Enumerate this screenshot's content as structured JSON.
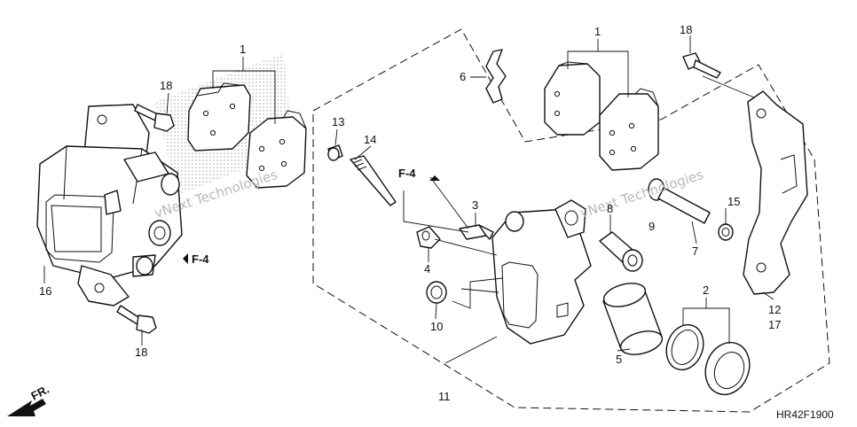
{
  "diagram": {
    "drawing_code": "HR42F1900",
    "watermark": "vNext Technologies",
    "direction_mark": "FR.",
    "reference_mark": "F-4",
    "callouts": {
      "pads_left": "1",
      "pads_right": "1",
      "bolt_top_left": "18",
      "bolt_bottom_left": "18",
      "bolt_top_right": "18",
      "caliper_assembly": "16",
      "spring": "6",
      "cap": "13",
      "pin": "14",
      "bleeder": "3",
      "bleeder_cap": "4",
      "boot": "10",
      "caliper_body": "11",
      "bushing": "8",
      "bracket_pin": "9",
      "seal_boot": "15",
      "bolt_7": "7",
      "piston": "5",
      "seal_set": "2",
      "bracket_a": "12",
      "bracket_b": "17"
    }
  }
}
